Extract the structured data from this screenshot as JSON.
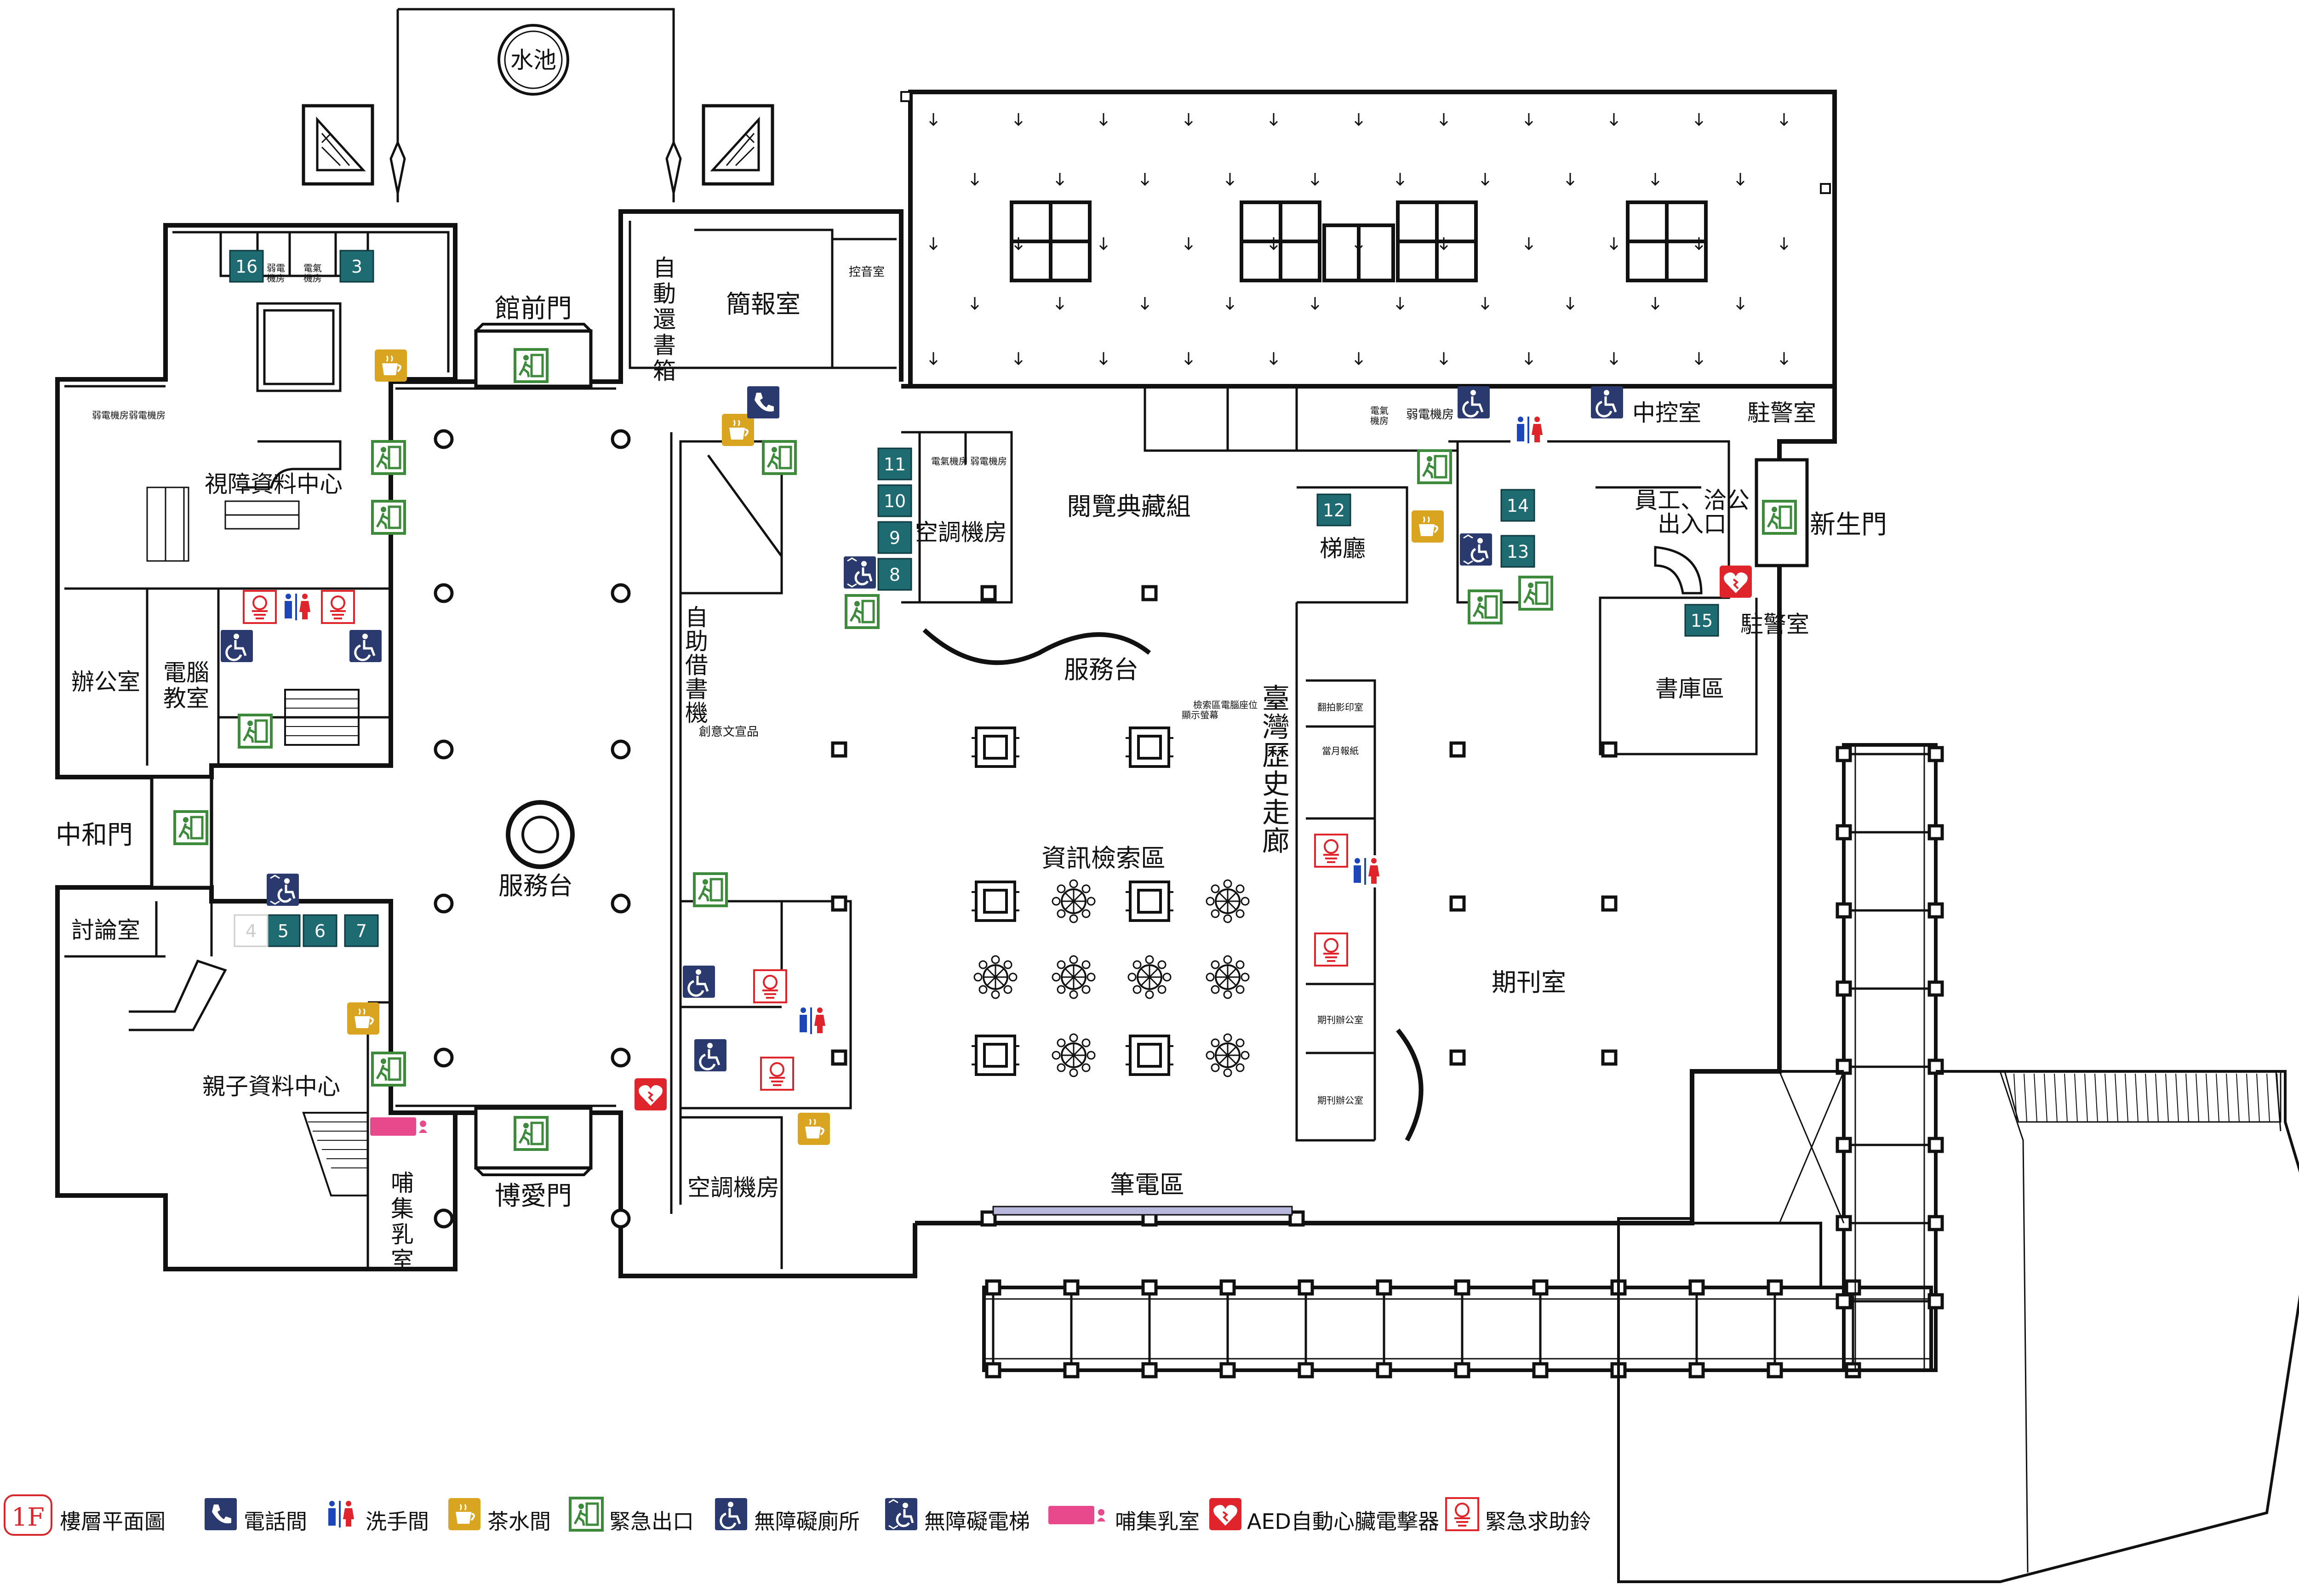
{
  "colors": {
    "wall": "#111111",
    "navy_icon": "#2a3a6e",
    "teal_badge": "#1f6b72",
    "exit_green": "#3d8a3d",
    "tea_gold": "#d9a521",
    "alarm_red": "#e0242b",
    "aed_red": "#e0242b",
    "nursing_pink": "#e8488c",
    "charging_strip": "#b7b8dc"
  },
  "rooms": {
    "pool": "水池",
    "front_gate": "館前門",
    "book_return": "自動還書箱",
    "briefing": "簡報室",
    "sound_control": "控音室",
    "low_voltage_1": "弱電機房",
    "electric_1": "電氣機房",
    "visually_impaired": "視障資料中心",
    "office": "辦公室",
    "computer_class": "電腦教室",
    "zhonghe_gate": "中和門",
    "discussion": "討論室",
    "parent_child": "親子資料中心",
    "nursing_room": "哺集乳室",
    "boai_gate": "博愛門",
    "service_desk_main": "服務台",
    "self_borrow": "自助借書機",
    "creative": "創意文宣品",
    "hvac_1": "空調機房",
    "electric_2": "電氣機房",
    "low_voltage_2": "弱電機房",
    "reading_collection": "閱覽典藏組",
    "service_desk_2": "服務台",
    "info_search": "資訊檢索區",
    "search_display": "檢索區電腦座位顯示螢幕",
    "taiwan_history": "臺灣歷史走廊",
    "copy_room": "翻拍影印室",
    "monthly_news": "當月報紙",
    "periodical_office_1": "期刊辦公室",
    "periodical_office_2": "期刊辦公室",
    "periodicals": "期刊室",
    "elevator_hall": "梯廳",
    "electric_3": "電氣機房",
    "low_voltage_3": "弱電機房",
    "central_control": "中控室",
    "police_1": "駐警室",
    "staff_entrance": "員工、洽公出入口",
    "xinsheng_gate": "新生門",
    "police_2": "駐警室",
    "stacks": "書庫區",
    "hvac_2": "空調機房",
    "laptop_area": "筆電區",
    "low_voltage_4": "弱電機房",
    "low_voltage_5": "弱電機房"
  },
  "elevators": [
    "16",
    "3",
    "11",
    "10",
    "9",
    "8",
    "12",
    "14",
    "13",
    "15",
    "5",
    "6",
    "7",
    "4"
  ],
  "legend": {
    "floor": "1F",
    "floor_plan": "樓層平面圖",
    "phone": "電話間",
    "restroom": "洗手間",
    "tea": "茶水間",
    "exit": "緊急出口",
    "accessible_toilet": "無障礙廁所",
    "accessible_elevator": "無障礙電梯",
    "nursing": "哺集乳室",
    "aed": "AED自動心臟電擊器",
    "alarm": "緊急求助鈴"
  },
  "icon_text": {
    "aed": "AED",
    "nursing_sign": "哺集乳室"
  }
}
